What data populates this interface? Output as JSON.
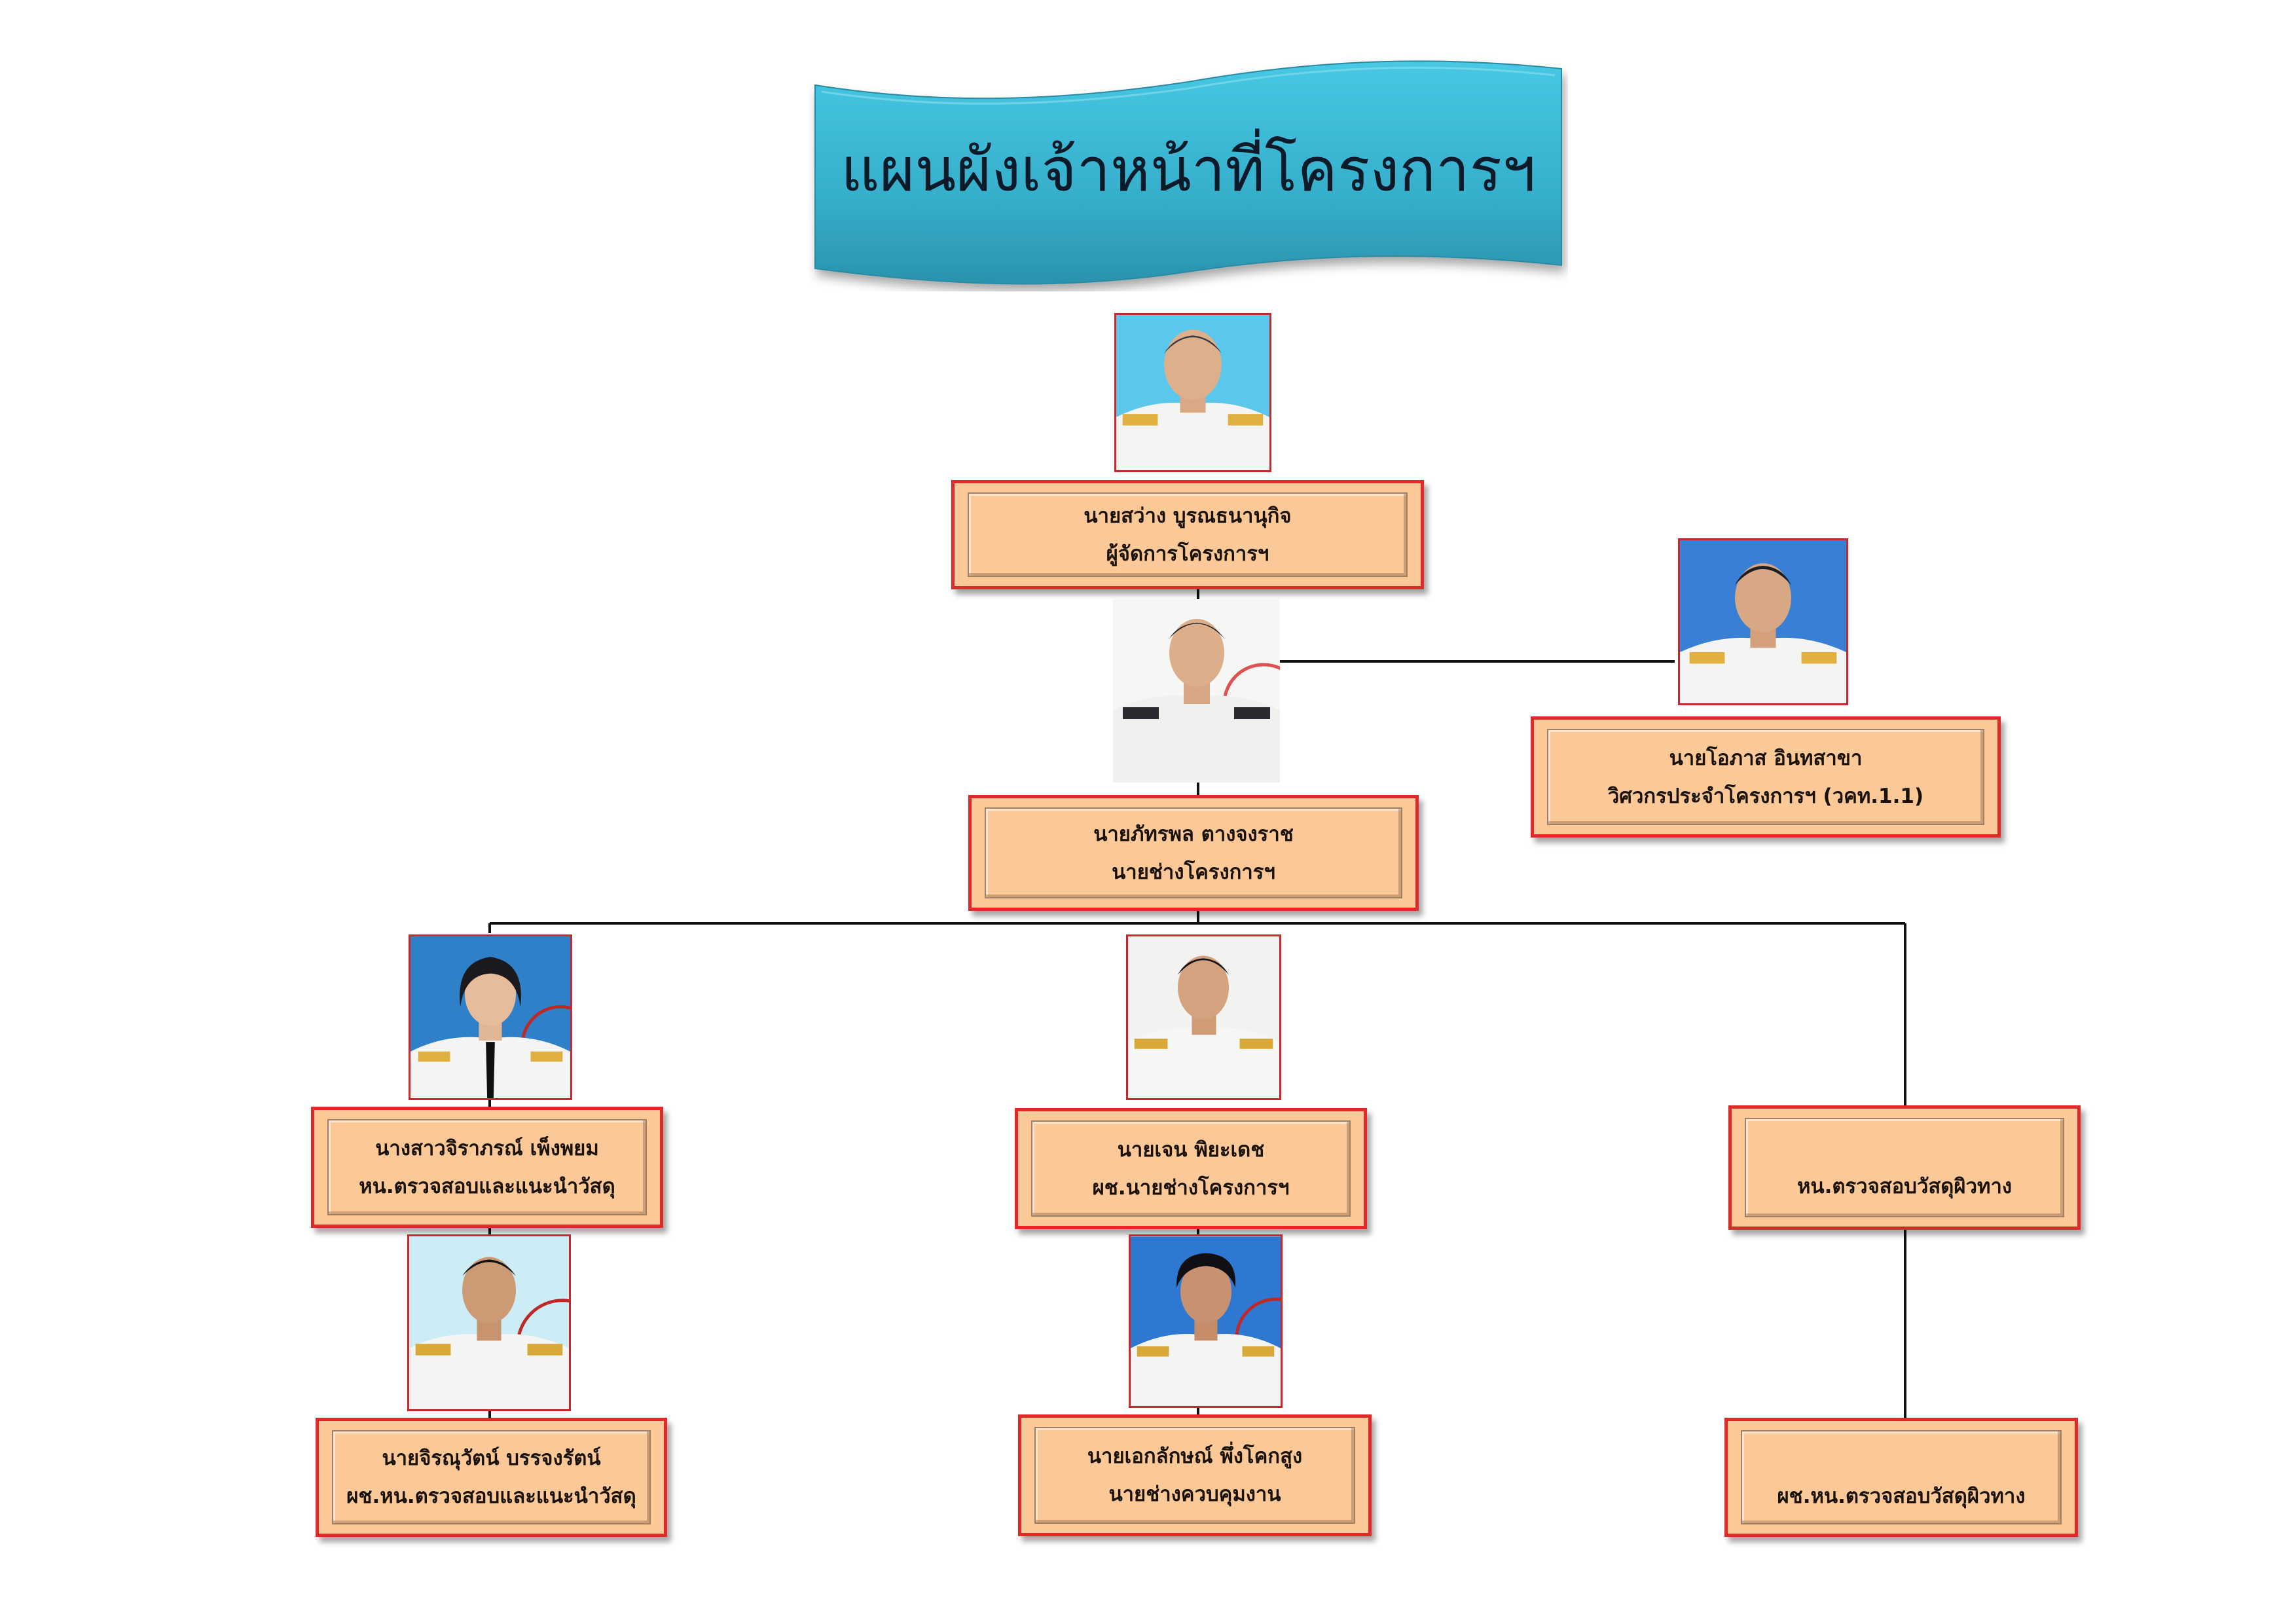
{
  "title": "แผนผังเจ้าหน้าที่โครงการฯ",
  "colors": {
    "banner_top": "#47c8e4",
    "banner_bottom": "#2a93ad",
    "box_fill": "#fbc898",
    "box_border": "#e02a2a",
    "connector": "#111111"
  },
  "people": {
    "manager": {
      "name": "นายสว่าง  บูรณธนานุกิจ",
      "role": "ผู้จัดการโครงการฯ"
    },
    "engineer": {
      "name": "นายโอภาส  อินทสาขา",
      "role": "วิศวกรประจำโครงการฯ (วคท.1.1)"
    },
    "site_technician": {
      "name": "นายภัทรพล  ตางจงราช",
      "role": "นายช่างโครงการฯ"
    },
    "materials_head": {
      "name": "นางสาวจิราภรณ์  เพ็งพยม",
      "role": "หน.ตรวจสอบและแนะนำวัสดุ"
    },
    "assistant_technician": {
      "name": "นายเจน   พิยะเดช",
      "role": "ผช.นายช่างโครงการฯ"
    },
    "surface_head": {
      "name": "",
      "role": "หน.ตรวจสอบวัสดุผิวทาง"
    },
    "materials_assistant": {
      "name": "นายจิรณุวัตน์ บรรจงรัตน์",
      "role": "ผช.หน.ตรวจสอบและแนะนำวัสดุ"
    },
    "supervisor": {
      "name": "นายเอกลักษณ์ พึ่งโคกสูง",
      "role": "นายช่างควบคุมงาน"
    },
    "surface_assistant": {
      "name": "",
      "role": "ผช.หน.ตรวจสอบวัสดุผิวทาง"
    }
  }
}
